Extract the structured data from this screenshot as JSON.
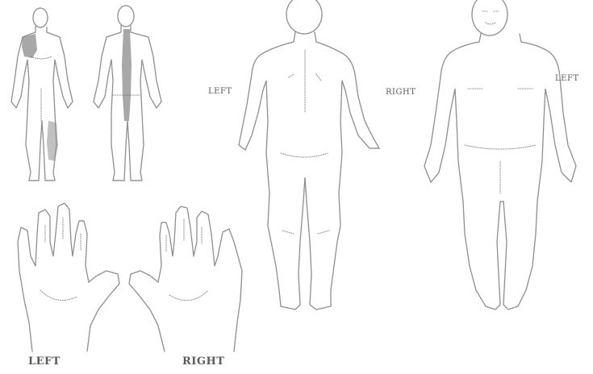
{
  "labels": {
    "back_left": "LEFT",
    "back_right": "RIGHT",
    "front_left": "LEFT",
    "hand_left": "LEFT",
    "hand_right": "RIGHT"
  },
  "marked_areas": [
    "upper-left-chest",
    "left-lower-leg",
    "spine"
  ]
}
